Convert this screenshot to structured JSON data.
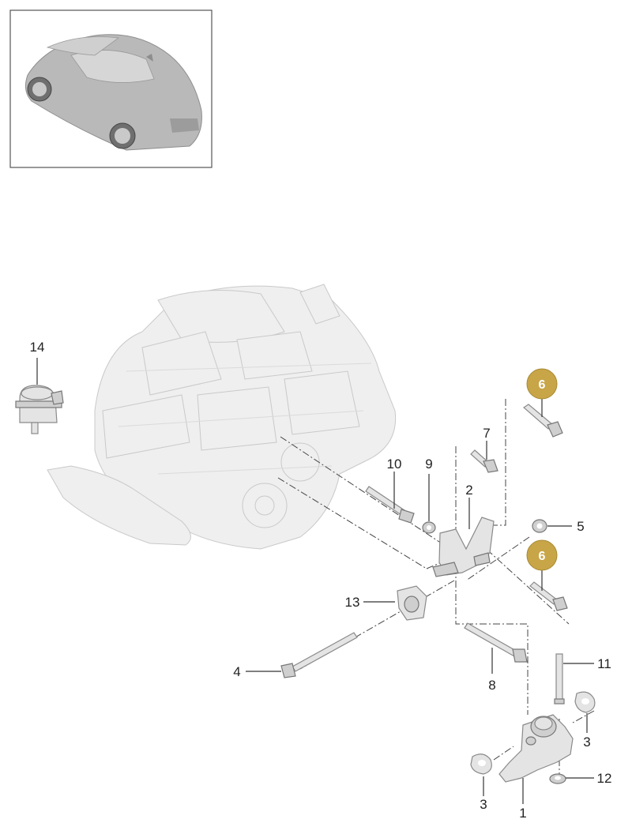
{
  "thumbnail": {
    "icon": "car-thumbnail-icon"
  },
  "engine": {
    "icon": "engine-assembly-icon"
  },
  "highlight_color": "#c8a547",
  "callouts": [
    {
      "id": "c1",
      "label": "1",
      "highlighted": false
    },
    {
      "id": "c2",
      "label": "2",
      "highlighted": false
    },
    {
      "id": "c3a",
      "label": "3",
      "highlighted": false
    },
    {
      "id": "c3b",
      "label": "3",
      "highlighted": false
    },
    {
      "id": "c4",
      "label": "4",
      "highlighted": false
    },
    {
      "id": "c5",
      "label": "5",
      "highlighted": false
    },
    {
      "id": "c6a",
      "label": "6",
      "highlighted": true
    },
    {
      "id": "c6b",
      "label": "6",
      "highlighted": true
    },
    {
      "id": "c7",
      "label": "7",
      "highlighted": false
    },
    {
      "id": "c8",
      "label": "8",
      "highlighted": false
    },
    {
      "id": "c9",
      "label": "9",
      "highlighted": false
    },
    {
      "id": "c10",
      "label": "10",
      "highlighted": false
    },
    {
      "id": "c11",
      "label": "11",
      "highlighted": false
    },
    {
      "id": "c12",
      "label": "12",
      "highlighted": false
    },
    {
      "id": "c13",
      "label": "13",
      "highlighted": false
    },
    {
      "id": "c14",
      "label": "14",
      "highlighted": false
    }
  ]
}
